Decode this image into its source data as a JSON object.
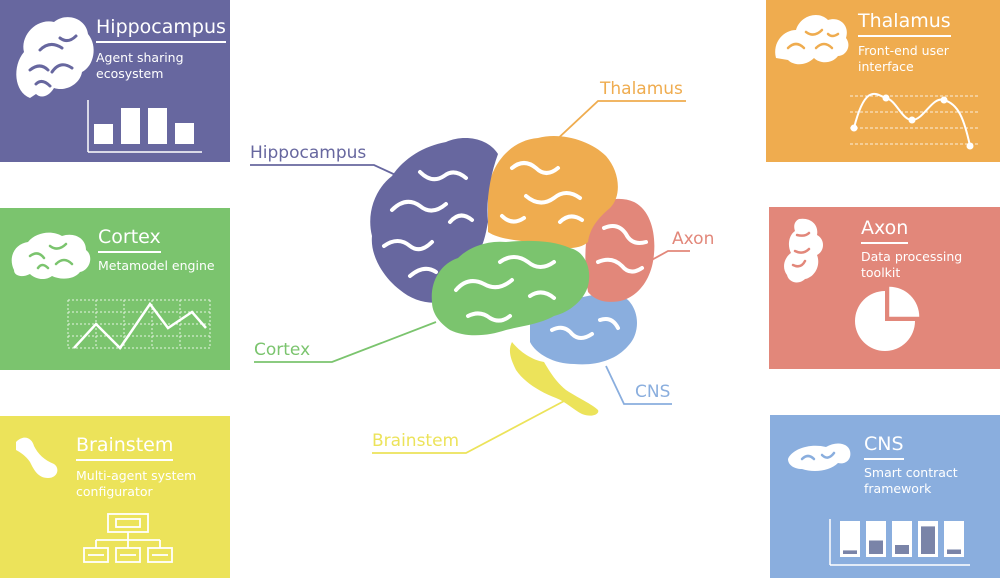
{
  "colors": {
    "hippocampus": "#67679f",
    "cortex": "#7bc46e",
    "brainstem": "#ece35a",
    "thalamus": "#efac4f",
    "axon": "#e2877a",
    "cns": "#8aaede"
  },
  "cards": {
    "hippocampus": {
      "title": "Hippocampus",
      "subtitle": "Agent sharing ecosystem",
      "icon": "brain-icon",
      "bar_levels": [
        0.4,
        0.72,
        0.72,
        0.42
      ]
    },
    "cortex": {
      "title": "Cortex",
      "subtitle": "Metamodel engine",
      "icon": "cortex-icon"
    },
    "brainstem": {
      "title": "Brainstem",
      "subtitle": "Multi-agent system configurator",
      "icon": "brainstem-icon"
    },
    "thalamus": {
      "title": "Thalamus",
      "subtitle": "Front-end user interface",
      "icon": "thalamus-icon"
    },
    "axon": {
      "title": "Axon",
      "subtitle": "Data processing toolkit",
      "icon": "axon-icon",
      "pie_slice_fraction": 0.25
    },
    "cns": {
      "title": "CNS",
      "subtitle": "Smart contract framework",
      "icon": "cns-icon",
      "bar_levels": [
        0.12,
        0.45,
        0.3,
        0.92,
        0.15
      ]
    }
  },
  "labels": {
    "hippocampus": "Hippocampus",
    "thalamus": "Thalamus",
    "axon": "Axon",
    "cortex": "Cortex",
    "cns": "CNS",
    "brainstem": "Brainstem"
  }
}
